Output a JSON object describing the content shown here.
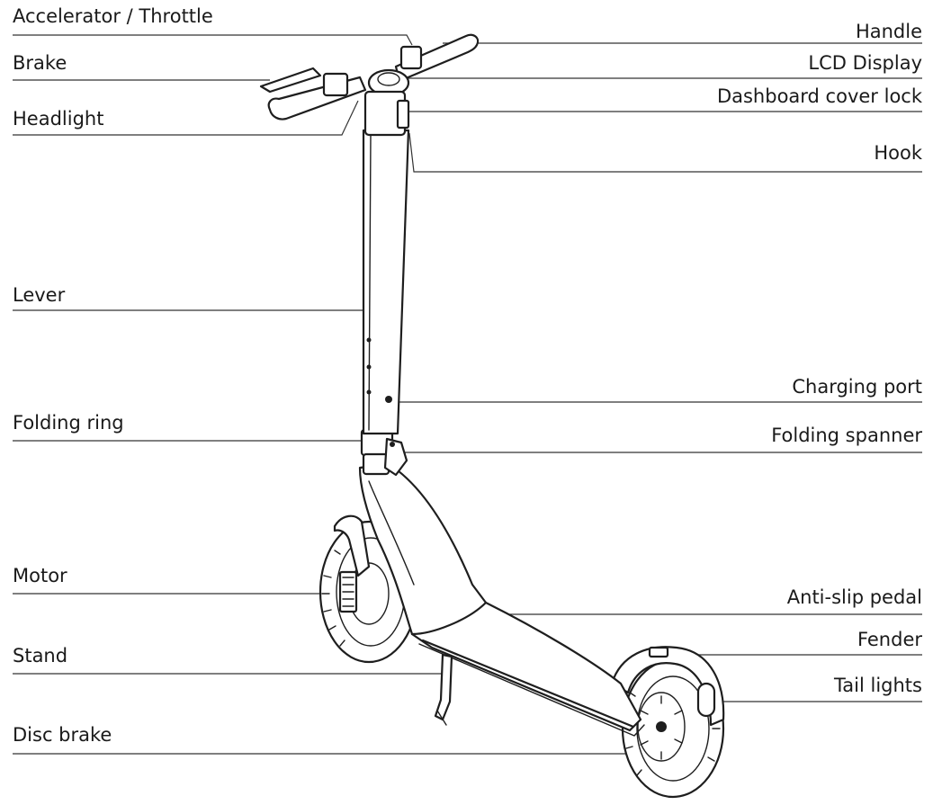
{
  "diagram": {
    "labels": {
      "accelerator": "Accelerator / Throttle",
      "brake": "Brake",
      "headlight": "Headlight",
      "lever": "Lever",
      "folding_ring": "Folding ring",
      "motor": "Motor",
      "stand": "Stand",
      "disc_brake": "Disc brake",
      "handle": "Handle",
      "lcd_display": "LCD Display",
      "dashboard_cover_lock": "Dashboard cover lock",
      "hook": "Hook",
      "charging_port": "Charging port",
      "folding_spanner": "Folding spanner",
      "anti_slip_pedal": "Anti-slip pedal",
      "fender": "Fender",
      "tail_lights": "Tail lights"
    }
  }
}
